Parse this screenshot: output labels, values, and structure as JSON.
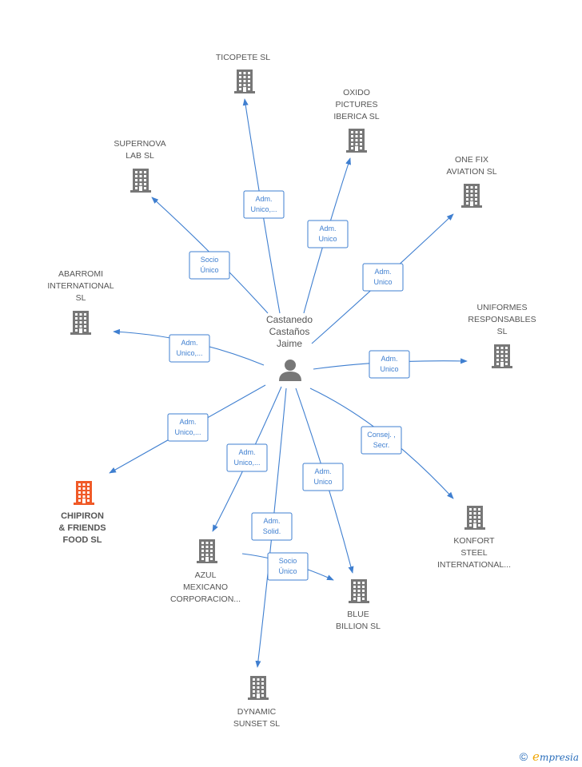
{
  "center": {
    "name_lines": [
      "Castanedo",
      "Castaños",
      "Jaime"
    ],
    "icon": "person-icon"
  },
  "colors": {
    "edge": "#3f7fd0",
    "building": "#777777",
    "highlight": "#f05a28",
    "label": "#555555"
  },
  "nodes": [
    {
      "id": "ticopete",
      "lines": [
        "TICOPETE  SL"
      ]
    },
    {
      "id": "oxido",
      "lines": [
        "OXIDO",
        "PICTURES",
        "IBERICA  SL"
      ]
    },
    {
      "id": "supernova",
      "lines": [
        "SUPERNOVA",
        "LAB  SL"
      ]
    },
    {
      "id": "onefix",
      "lines": [
        "ONE FIX",
        "AVIATION  SL"
      ]
    },
    {
      "id": "abarromi",
      "lines": [
        "ABARROMI",
        "INTERNATIONAL",
        "SL"
      ]
    },
    {
      "id": "uniformes",
      "lines": [
        "UNIFORMES",
        "RESPONSABLES",
        "SL"
      ]
    },
    {
      "id": "chipiron",
      "lines": [
        "CHIPIRON",
        "& FRIENDS",
        "FOOD  SL"
      ],
      "highlight": true
    },
    {
      "id": "konfort",
      "lines": [
        "KONFORT",
        "STEEL",
        "INTERNATIONAL..."
      ]
    },
    {
      "id": "azul",
      "lines": [
        "AZUL",
        "MEXICANO",
        "CORPORACION..."
      ]
    },
    {
      "id": "blue",
      "lines": [
        "BLUE",
        "BILLION  SL"
      ]
    },
    {
      "id": "dynamic",
      "lines": [
        "DYNAMIC",
        "SUNSET SL"
      ]
    }
  ],
  "edges": [
    {
      "target": "ticopete",
      "label": [
        "Adm.",
        "Unico,..."
      ]
    },
    {
      "target": "oxido",
      "label": [
        "Adm.",
        "Unico"
      ]
    },
    {
      "target": "supernova",
      "label": [
        "Socio",
        "Único"
      ]
    },
    {
      "target": "onefix",
      "label": [
        "Adm.",
        "Unico"
      ]
    },
    {
      "target": "abarromi",
      "label": [
        "Adm.",
        "Unico,..."
      ]
    },
    {
      "target": "uniformes",
      "label": [
        "Adm.",
        "Unico"
      ]
    },
    {
      "target": "chipiron",
      "label": [
        "Adm.",
        "Unico,..."
      ]
    },
    {
      "target": "konfort",
      "label": [
        "Consej. ,",
        "Secr."
      ]
    },
    {
      "target": "azul",
      "label": [
        "Adm.",
        "Unico,..."
      ]
    },
    {
      "target": "blue",
      "label": [
        "Adm.",
        "Unico"
      ]
    },
    {
      "target": "dynamic",
      "label": [
        "Adm.",
        "Solid."
      ]
    },
    {
      "source": "azul",
      "target": "blue",
      "label": [
        "Socio",
        "Único"
      ]
    }
  ],
  "footer": {
    "copyright": "©",
    "brand_first": "e",
    "brand_rest": "mpresia"
  }
}
